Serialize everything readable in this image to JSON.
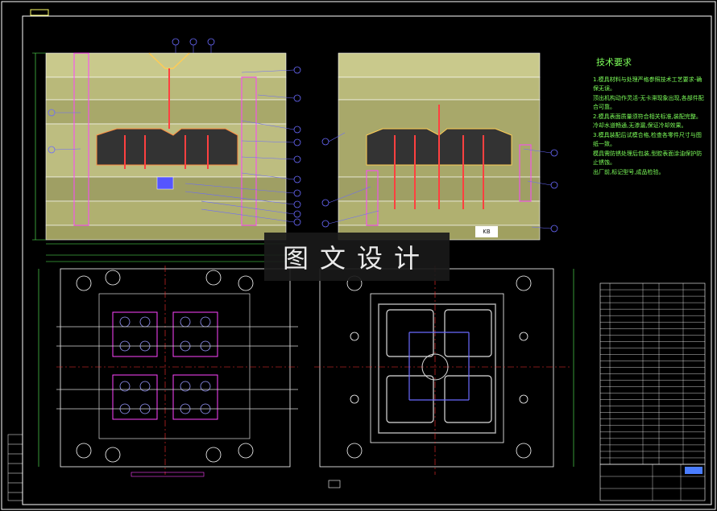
{
  "watermark": {
    "text": "图文设计"
  },
  "tech_requirements": {
    "title": "技术要求",
    "lines": [
      "1.模具材料与处理严格参照技术工艺要求-确保无误。",
      "顶出机构动作灵活-无卡滞现象出现,各部件配合可靠。",
      "2.模具表面质量须符合相关标准,装配完整。",
      "冷却水道畅通,无渗漏,保证冷却效果。",
      "3.模具装配后试模合格,检查各零件尺寸与图纸一致。",
      "模具需防锈处理后包装,型腔表面涂油保护防止锈蚀。",
      "出厂前,标记型号,成品检验。"
    ]
  },
  "labels": {
    "kb": "KB"
  },
  "icons": {
    "callout": "circle-balloon-icon",
    "bolt": "screw-icon"
  },
  "colors": {
    "background": "#000000",
    "frame": "#ffffff",
    "mold": "#e6e6a0",
    "green": "#5cff5c",
    "magenta": "#ff44ff",
    "red": "#ff3030",
    "blue": "#6a6aff",
    "cyan": "#00e5e5"
  }
}
